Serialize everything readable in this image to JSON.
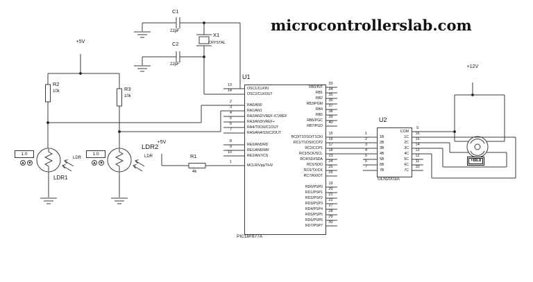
{
  "title": "microcontrollerslab.com",
  "power": {
    "v5_left": "+5V",
    "v5_mid": "+5V",
    "v12": "+12V"
  },
  "capacitors": {
    "c1": {
      "ref": "C1",
      "value": "22pF"
    },
    "c2": {
      "ref": "C2",
      "value": "22pF"
    }
  },
  "crystal": {
    "ref": "X1",
    "value": "CRYSTAL"
  },
  "resistors": {
    "r1": {
      "ref": "R1",
      "value": "4k"
    },
    "r2": {
      "ref": "R2",
      "value": "10k"
    },
    "r3": {
      "ref": "R3",
      "value": "10k"
    }
  },
  "ldr1": {
    "ref": "LDR1",
    "part": "LDR",
    "level": "1.0"
  },
  "ldr2": {
    "ref": "LDR2",
    "part": "LDR",
    "level": "1.0"
  },
  "motor": {
    "reading": "+88.8"
  },
  "u1": {
    "ref": "U1",
    "part": "PIC16F877A",
    "left_pins": [
      {
        "num": "13",
        "name": "OSC1/CLKIN"
      },
      {
        "num": "14",
        "name": "OSC2/CLKOUT"
      },
      {
        "num": "2",
        "name": "RA0/AN0"
      },
      {
        "num": "3",
        "name": "RA1/AN1"
      },
      {
        "num": "4",
        "name": "RA2/AN2/VREF-/CVREF"
      },
      {
        "num": "5",
        "name": "RA3/AN3/VREF+"
      },
      {
        "num": "6",
        "name": "RA4/T0CKI/C1OUT"
      },
      {
        "num": "7",
        "name": "RA5/AN4/SS/C2OUT"
      },
      {
        "num": "8",
        "name": "RE0/AN5/RD"
      },
      {
        "num": "9",
        "name": "RE1/AN6/WR"
      },
      {
        "num": "10",
        "name": "RE2/AN7/CS"
      },
      {
        "num": "1",
        "name": "MCLR/Vpp/THV"
      }
    ],
    "right_pins": [
      {
        "num": "33",
        "name": "RB0/INT"
      },
      {
        "num": "34",
        "name": "RB1"
      },
      {
        "num": "35",
        "name": "RB2"
      },
      {
        "num": "36",
        "name": "RB3/PGM"
      },
      {
        "num": "37",
        "name": "RB4"
      },
      {
        "num": "38",
        "name": "RB5"
      },
      {
        "num": "39",
        "name": "RB6/PGC"
      },
      {
        "num": "40",
        "name": "RB7/PGD"
      },
      {
        "num": "15",
        "name": "RC0/T1OSO/T1CKI"
      },
      {
        "num": "16",
        "name": "RC1/T1OSI/CCP2"
      },
      {
        "num": "17",
        "name": "RC2/CCP1"
      },
      {
        "num": "18",
        "name": "RC3/SCK/SCL"
      },
      {
        "num": "23",
        "name": "RC4/SDI/SDA"
      },
      {
        "num": "24",
        "name": "RC5/SDO"
      },
      {
        "num": "25",
        "name": "RC6/TX/CK"
      },
      {
        "num": "26",
        "name": "RC7/RX/DT"
      },
      {
        "num": "19",
        "name": "RD0/PSP0"
      },
      {
        "num": "20",
        "name": "RD1/PSP1"
      },
      {
        "num": "21",
        "name": "RD2/PSP2"
      },
      {
        "num": "22",
        "name": "RD3/PSP3"
      },
      {
        "num": "27",
        "name": "RD4/PSP4"
      },
      {
        "num": "28",
        "name": "RD5/PSP5"
      },
      {
        "num": "29",
        "name": "RD6/PSP6"
      },
      {
        "num": "30",
        "name": "RD7/PSP7"
      }
    ]
  },
  "u2": {
    "ref": "U2",
    "part": "ULN2003A",
    "left_pins": [
      {
        "num": "1",
        "name": "1B"
      },
      {
        "num": "2",
        "name": "2B"
      },
      {
        "num": "3",
        "name": "3B"
      },
      {
        "num": "4",
        "name": "4B"
      },
      {
        "num": "5",
        "name": "5B"
      },
      {
        "num": "6",
        "name": "6B"
      },
      {
        "num": "7",
        "name": "7B"
      }
    ],
    "right_pins": [
      {
        "num": "9",
        "name": "COM"
      },
      {
        "num": "16",
        "name": "1C"
      },
      {
        "num": "15",
        "name": "2C"
      },
      {
        "num": "14",
        "name": "3C"
      },
      {
        "num": "13",
        "name": "4C"
      },
      {
        "num": "12",
        "name": "5C"
      },
      {
        "num": "11",
        "name": "6C"
      },
      {
        "num": "10",
        "name": "7C"
      }
    ]
  },
  "colors": {
    "wire": "#3a3a3a",
    "text": "#111111"
  }
}
